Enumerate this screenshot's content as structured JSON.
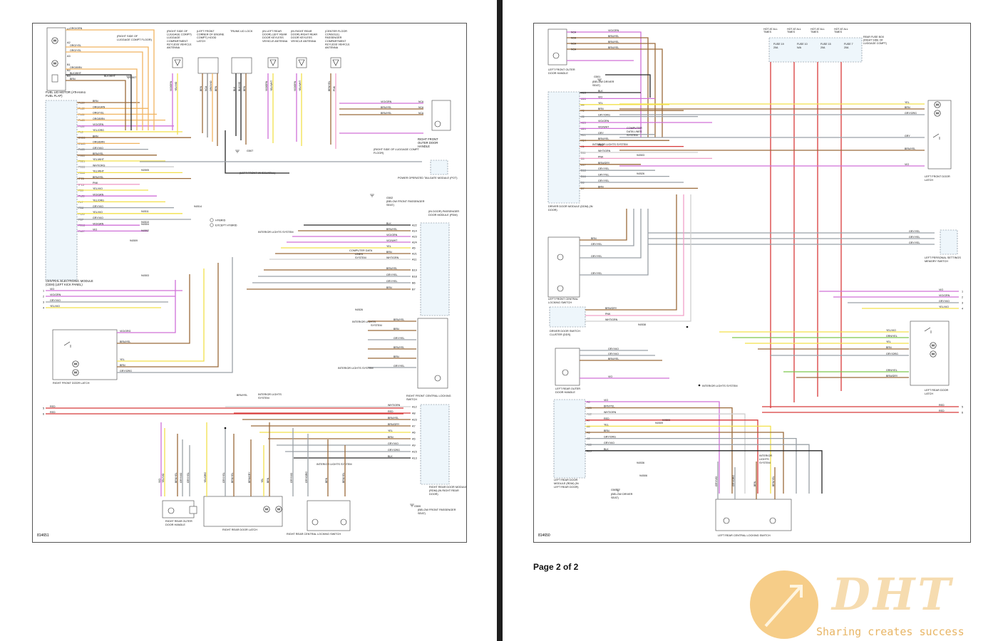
{
  "pages": [
    {
      "figure_id": "814651",
      "components": {
        "fuel_lid_motor": "FUEL LID MOTOR (AT FUEL FLAP)",
        "cem": "CENTRAL ELECTRONIC MODULE (CEM) (LEFT KICK PANEL)",
        "antenna_right_luggage": "(RIGHT SIDE OF LUGGAGE COMPT) LUGGAGE COMPARTMENT KEYLESS VEHICLE ANTENNA",
        "hood_latch": "(LEFT FRONT CORNER OF ENGINE COMPT) HOOD LATCH",
        "trunk_lid_lock": "TRUNK LID LOCK",
        "antenna_left_rear_door": "(IN LEFT REAR DOOR) LEFT REAR DOOR KEYLESS VEHICLE ANTENNA",
        "antenna_right_rear_door": "(IN RIGHT REAR DOOR) RIGHT REAR DOOR KEYLESS VEHICLE ANTENNA",
        "antenna_center_console": "(CENTER FLOOR CONSOLE) PASSENGER COMPARTMENT KEYLESS VEHICLE ANTENNA",
        "right_front_outer_handle": "RIGHT FRONT OUTER DOOR HANDLE",
        "power_tailgate": "POWER OPERATED TAILGATE MODULE (POT)",
        "pdm": "(IN DOOR) PASSENGER DOOR MODULE (PDM)",
        "right_front_door_latch": "RIGHT FRONT DOOR LATCH",
        "right_front_central_locking": "RIGHT FRONT CENTRAL LOCKING SWITCH",
        "rdm_right": "RIGHT REAR DOOR MODULE (RDM) (IN RIGHT REAR DOOR)",
        "right_rear_outer_handle": "RIGHT REAR OUTER DOOR HANDLE",
        "right_rear_door_latch": "RIGHT REAR DOOR LATCH",
        "right_rear_central_locking": "RIGHT REAR CENTRAL LOCKING SWITCH",
        "ground_g507_note": "(RIGHT SIDE OF LUGGAGE COMPT FLOOR)",
        "ground_left_wheelwell": "(LEFT FRONT WHEELWELL)",
        "ground_g502": "(BELOW FRONT PASSENGER SEAT)",
        "ground_g500": "(BELOW FRONT PASSENGER SEAT)",
        "computer_data_lines": "COMPUTER DATA LINES SYSTEM",
        "interior_lights": "INTERIOR LIGHTS SYSTEM",
        "legend_hybrid": "HYBRID",
        "legend_except_hybrid": "EXCEPT HYBRID"
      },
      "cem_pins": [
        "FL59",
        "FL62",
        "FL61",
        "FL63",
        "FL22",
        "FL3",
        "EN56",
        "EN43",
        "FL53",
        "FD22",
        "FD21",
        "FD28",
        "FD19",
        "IP26",
        "IP13",
        "FD9",
        "FL25",
        "FL7",
        "FD8",
        "FL26",
        "FD7",
        "FD16",
        "FL27"
      ],
      "cem_wires": [
        "BRN",
        "ORG/GRN",
        "ORG/YEL",
        "ORG/BRN",
        "VIO/GRN",
        "YEL/ORG",
        "BRN",
        "ORG/BRN",
        "GRY/VIO",
        "BRN/YEL",
        "YEL/WHT",
        "WHT/ORG",
        "YEL/WHT",
        "BRN/YEL",
        "PNK",
        "YEL/VIO",
        "VIO/GRN",
        "YEL/ORG",
        "GRY/VIO",
        "YEL/VIO",
        "GRY/VIO",
        "VIO/GRN",
        "VIO"
      ],
      "pdm_pins": [
        "A22",
        "A14",
        "A23",
        "A24",
        "A5",
        "A21",
        "A11",
        "B19",
        "B18",
        "B6",
        "B7"
      ],
      "pdm_wires": [
        "BLK",
        "BRN/YEL",
        "VIO/GRN",
        "VIO/WHT",
        "YEL",
        "BRN",
        "WHT/GRN",
        "BRN/YEL",
        "GRY/YEL",
        "GRY/YEL",
        "BRN"
      ],
      "rdm_pins": [
        "A12",
        "A8",
        "A23",
        "A7",
        "A6",
        "A5",
        "A9",
        "A15",
        "A13"
      ],
      "rdm_wires": [
        "WHT/GRN",
        "RED",
        "BRN/YEL",
        "BRN/GRY",
        "YEL",
        "BRN",
        "GRY/VIO",
        "GRY/ORG",
        "BLK"
      ],
      "side_taps": [
        {
          "num": "1",
          "label": "VIO"
        },
        {
          "num": "2",
          "label": "VIO/GRN"
        },
        {
          "num": "3",
          "label": "GRY/VIO"
        },
        {
          "num": "4",
          "label": "YEL/VIO"
        },
        {
          "num": "5",
          "label": "RED"
        },
        {
          "num": "6",
          "label": "RED"
        }
      ],
      "connectors": [
        "94/505",
        "94/511",
        "94/510",
        "94/502",
        "94/514",
        "94/504",
        "94/509",
        "94/503",
        "94/526"
      ],
      "grounds": [
        "G507",
        "G502",
        "G500"
      ]
    },
    {
      "figure_id": "814650",
      "page_label": "Page 2 of 2",
      "components": {
        "left_front_outer_handle": "LEFT FRONT OUTER DOOR HANDLE",
        "ddm": "DRIVER DOOR MODULE (DDM) (IN DOOR)",
        "left_front_central_locking": "LEFT FRONT CENTRAL LOCKING SWITCH",
        "driver_door_switch_cluster": "DRIVER DOOR SWITCH CLUSTER (DDS)",
        "left_rear_outer_handle": "LEFT REAR OUTER DOOR HANDLE",
        "rdm_left": "LEFT REAR DOOR MODULE (RDM) (IN LEFT REAR DOOR)",
        "left_rear_central_locking": "LEFT REAR CENTRAL LOCKING SWITCH",
        "left_front_door_latch": "LEFT FRONT DOOR LATCH",
        "left_rear_door_latch": "LEFT REAR DOOR LATCH",
        "left_personal_settings": "LEFT PERSONAL SETTINGS MEMORY SWITCH",
        "rear_fuse_box": "REAR FUSE BOX (RIGHT SIDE OF LUGGAGE COMPT)",
        "ground_g501": "(BELOW DRIVER SEAT)",
        "computer_data_lines": "COMPUTER DATA LINES SYSTEM",
        "interior_lights": "INTERIOR LIGHTS SYSTEM"
      },
      "fuses": [
        {
          "hot": "HOT AT ALL TIMES",
          "name": "FUSE 19",
          "rating": "20A"
        },
        {
          "hot": "HOT AT ALL TIMES",
          "name": "FUSE 10",
          "rating": "N/A"
        },
        {
          "hot": "HOT AT ALL TIMES",
          "name": "FUSE 15",
          "rating": "20A"
        },
        {
          "hot": "HOT AT ALL TIMES",
          "name": "FUSE 7",
          "rating": "20A"
        }
      ],
      "ddm_pins": [
        "A13",
        "A16",
        "A4",
        "A6",
        "A5",
        "A23",
        "A24",
        "A21",
        "A14",
        "A1",
        "B11",
        "B5",
        "B17",
        "B18",
        "B16",
        "B6",
        "B7"
      ],
      "ddm_wires": [
        "BLK",
        "VIO",
        "YEL",
        "BRN",
        "GRY/ORG",
        "VIO/GRN",
        "VIO/WHT",
        "GRY",
        "BRN/YEL",
        "RED",
        "WHT/GRN",
        "PNK",
        "BRN/GRY",
        "GRY/YEL",
        "GRY/YEL",
        "GRY/YEL",
        "BRN"
      ],
      "rdm_pins": [
        "A8",
        "A23",
        "A12",
        "A7",
        "A5",
        "A6",
        "A9",
        "A15",
        "A13"
      ],
      "rdm_wires": [
        "VIO",
        "BRN/YEL",
        "WHT/GRN",
        "RED",
        "YEL",
        "BRN",
        "GRY/ORG",
        "GRY/VIO",
        "BLK"
      ],
      "side_taps": [
        {
          "num": "1",
          "label": "VIO"
        },
        {
          "num": "2",
          "label": "VIO/GRN"
        },
        {
          "num": "3",
          "label": "GRY/VIO"
        },
        {
          "num": "4",
          "label": "YEL/VIO"
        },
        {
          "num": "5",
          "label": "RED"
        },
        {
          "num": "6",
          "label": "RED"
        }
      ],
      "connectors": [
        "94/503",
        "94/526",
        "94/538",
        "94/509",
        "94/503",
        "94/536",
        "94/506"
      ],
      "grounds": [
        "G501"
      ]
    }
  ],
  "watermark": {
    "logo": "DHT",
    "tagline": "Sharing creates success"
  },
  "wire_colors": {
    "ORG": "#f0b460",
    "YEL": "#f2e04a",
    "GRN": "#7ec64c",
    "BRN": "#9a6a3a",
    "VIO": "#d070d8",
    "RED": "#d83a3a",
    "BLK": "#2a2a2a",
    "GRY": "#9aa0a6",
    "PNK": "#f0a0c8",
    "WHT": "#cfcfcf",
    "BLU": "#3a7ad8",
    "DARKGRN": "#2f9a3a"
  }
}
